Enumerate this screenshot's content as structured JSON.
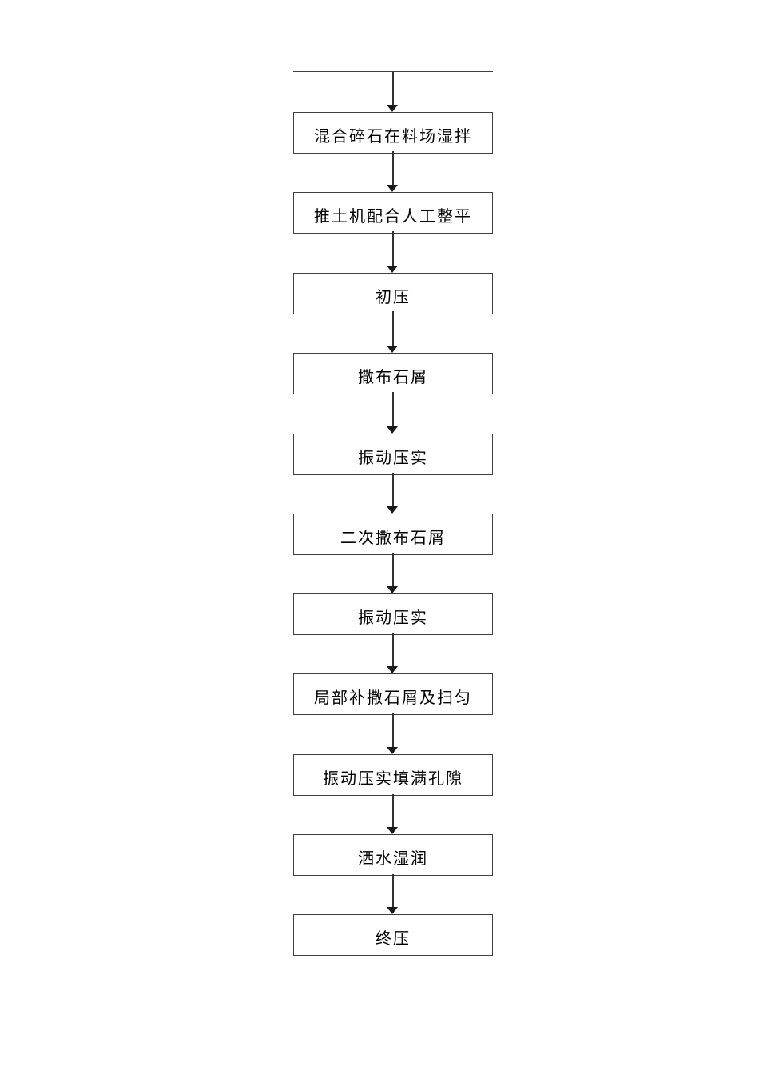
{
  "flowchart": {
    "steps": [
      {
        "label": "混合碎石在料场湿拌"
      },
      {
        "label": "推土机配合人工整平"
      },
      {
        "label": "初压"
      },
      {
        "label": "撒布石屑"
      },
      {
        "label": "振动压实"
      },
      {
        "label": "二次撒布石屑"
      },
      {
        "label": "振动压实"
      },
      {
        "label": "局部补撒石屑及扫匀"
      },
      {
        "label": "振动压实填满孔隙"
      },
      {
        "label": "洒水湿润"
      },
      {
        "label": "终压"
      }
    ],
    "colors": {
      "background": "#ffffff",
      "box_border": "#3f3f3f",
      "arrow": "#1a1a1a",
      "text": "#000000"
    }
  }
}
